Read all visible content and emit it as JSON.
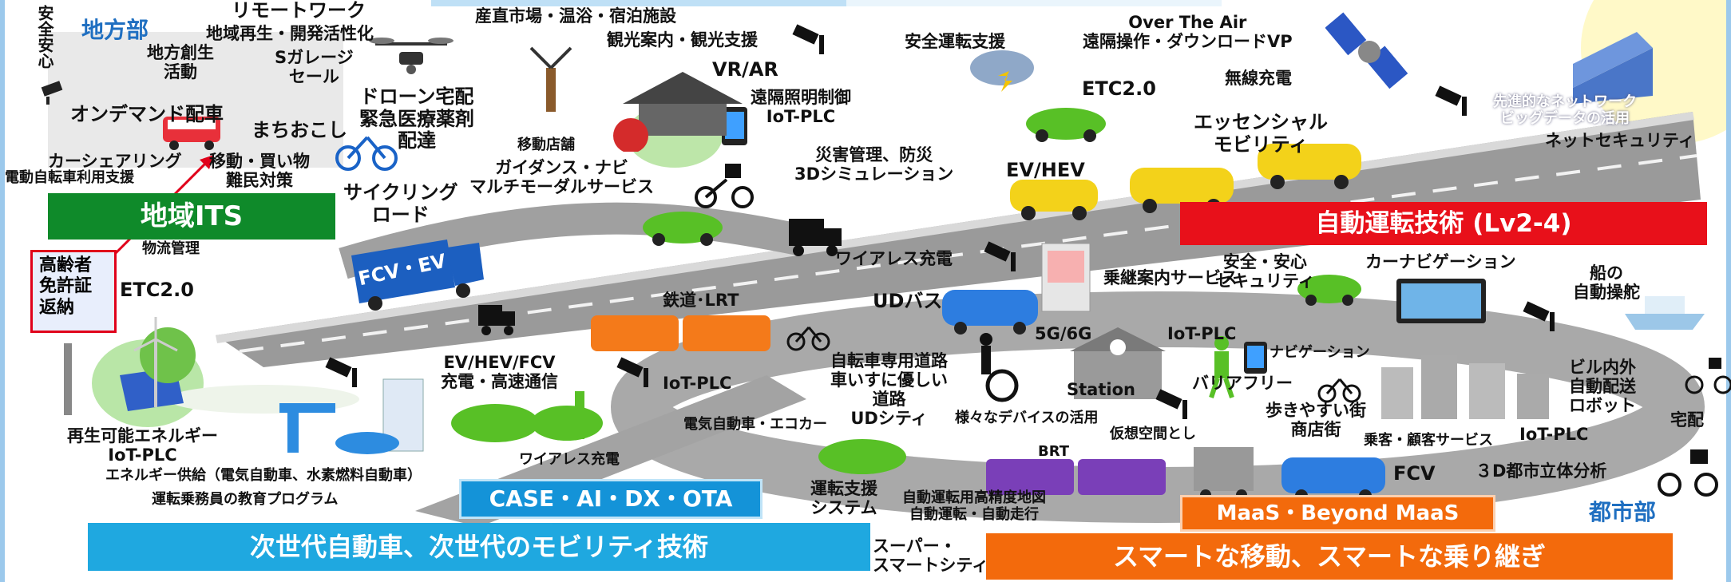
{
  "colors": {
    "frame": "#9cc9ec",
    "region_title": "#1f6fc1",
    "green_band": "#0f8a2a",
    "red_band": "#e8101a",
    "cyan_band": "#1fa8e0",
    "orange_band": "#f36a0c",
    "case_band": "#1493d8",
    "road": "#8d8d8d",
    "callout_border": "#e0001a"
  },
  "regions": {
    "local": "地方部",
    "urban": "都市部"
  },
  "callout": {
    "text_lines": [
      "高齢者",
      "免許証",
      "返納"
    ]
  },
  "bands": {
    "regional_its": "地域ITS",
    "autonomous": "自動運転技術 (Lv2-4)",
    "case": "CASE・AI・DX・OTA",
    "next_gen": "次世代自動車、次世代のモビリティ技術",
    "maas": "MaaS・Beyond MaaS",
    "smart_move": "スマートな移動、スマートな乗り継ぎ"
  },
  "labels": {
    "safety": "安全安心",
    "remote_work": "リモートワーク",
    "regional_regen": "地域再生・開発活性化",
    "regional_creation": "地方創生\n活動",
    "s_garage": "Sガレージ\nセール",
    "on_demand": "オンデマンド配車",
    "town_revival": "まちおこし",
    "car_sharing": "カーシェアリング",
    "ebike_support": "電動自転車利用支援",
    "mobility_shopping": "移動・買い物\n難民対策",
    "drone_delivery": "ドローン宅配\n緊急医療薬剤\n配達",
    "cycling_road": "サイクリング\nロード",
    "mobile_store": "移動店舗",
    "guidance": "ガイダンス・ナビ\nマルチモーダルサービス",
    "direct_market": "産直市場・温浴・宿泊施設",
    "tourism": "観光案内・観光支援",
    "vr_ar": "VR/AR",
    "remote_lighting": "遠隔照明制御\nIoT-PLC",
    "disaster": "災害管理、防災\n3Dシミュレーション",
    "safe_driving": "安全運転支援",
    "ota": "Over The Air\n遠隔操作・ダウンロードVP",
    "wireless_charge_top": "無線充電",
    "etc_top": "ETC2.0",
    "net_security": "ネットセキュリティ",
    "bigdata": "先進的なネットワーク\nビッグデータの活用",
    "ev_hev": "EV/HEV",
    "essential_mobility": "エッセンシャル\nモビリティ",
    "logistics": "物流管理",
    "etc_left": "ETC2.0",
    "fcv_ev": "FCV・EV",
    "wireless_charge_mid": "ワイアレス充電",
    "transfer_guide": "乗継案内サービス",
    "safety_security": "安全・安心\nセキュリティ",
    "car_navi": "カーナビゲーション",
    "ship": "船の\n自動操舵",
    "rail_lrt": "鉄道･LRT",
    "ud_bus": "UDバス",
    "five_g": "5G/6G",
    "iot_plc_station": "IoT-PLC",
    "navigation": "ナビゲーション",
    "barrier_free": "バリアフリー",
    "station": "Station",
    "bike_lane": "自転車専用道路\n車いすに優しい\n道路\nUDシティ",
    "devices": "様々なデバイスの活用",
    "walkable": "歩きやすい街\n商店街",
    "building_delivery": "ビル内外\n自動配送\nロボット",
    "home_delivery": "宅配",
    "renewable": "再生可能エネルギー\nIoT-PLC",
    "energy_supply": "エネルギー供給（電気自動車、水素燃料自動車）",
    "driver_training": "運転乗務員の教育プログラム",
    "ev_charge": "EV/HEV/FCV\n充電・高速通信",
    "iot_plc_mid": "IoT-PLC",
    "ev_ecocar": "電気自動車・エコカー",
    "wireless_charge_bottom": "ワイアレス充電",
    "drive_assist": "運転支援\nシステム",
    "hd_map": "自動運転用高精度地図\n自動運転・自動走行",
    "super_city": "スーパー・\nスマートシティ",
    "virtual_space": "仮想空間とし",
    "brt": "BRT",
    "passenger_service": "乗客・顧客サービス",
    "iot_plc_right": "IoT-PLC",
    "fcv": "FCV",
    "city_3d": "３D都市立体分析"
  },
  "icons": [
    "cctv-camera-icon",
    "drone-icon",
    "satellite-icon",
    "storm-cloud-icon",
    "truck-icon",
    "bus-icon",
    "car-icon",
    "bicycle-icon",
    "delivery-bike-icon",
    "tablet-icon",
    "ship-icon",
    "windmill-icon",
    "wind-turbine-icon",
    "solar-panel-icon",
    "charging-station-icon",
    "building-icon"
  ]
}
